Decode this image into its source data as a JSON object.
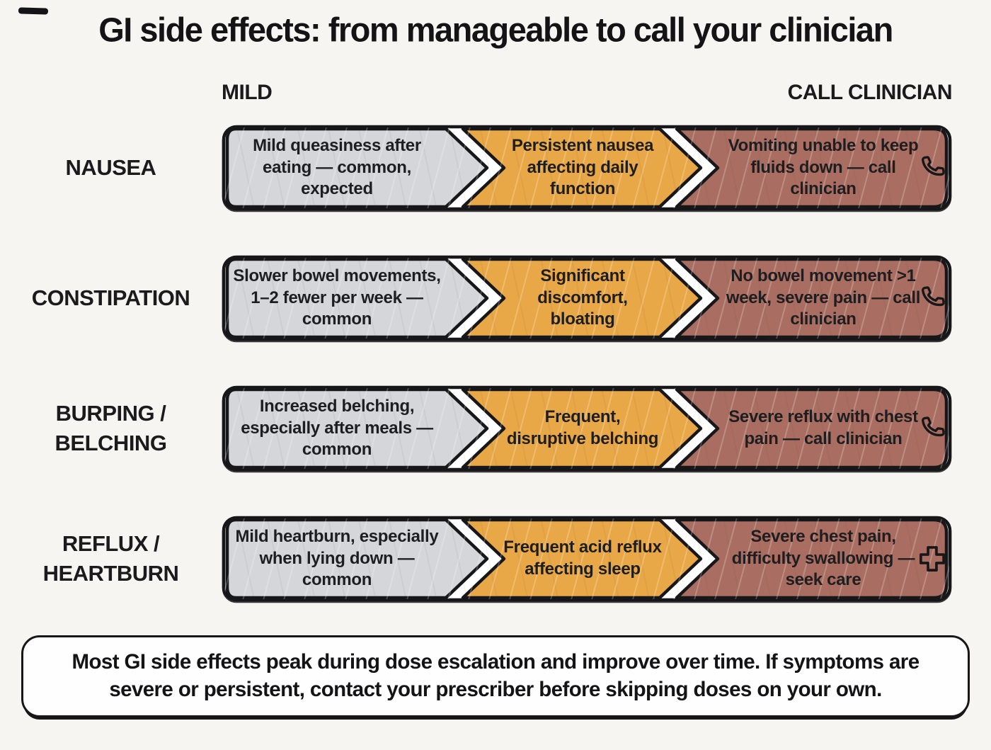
{
  "title": "GI side effects: from manageable to call your clinician",
  "scale": {
    "left_label": "MILD",
    "right_label": "CALL CLINICIAN"
  },
  "rows": [
    {
      "label": "NAUSEA",
      "mild": "Mild queasiness after eating — common, expected",
      "moderate": "Persistent nausea affecting daily function",
      "severe": "Vomiting unable to keep fluids down — call clinician",
      "severe_icon": "phone-icon"
    },
    {
      "label": "CONSTIPATION",
      "mild": "Slower bowel movements, 1–2 fewer per week — common",
      "moderate": "Significant discomfort, bloating",
      "severe": "No bowel movement >1 week, severe pain — call clinician",
      "severe_icon": "phone-icon"
    },
    {
      "label": "BURPING / BELCHING",
      "mild": "Increased belching, especially after meals — common",
      "moderate": "Frequent, disruptive belching",
      "severe": "Severe reflux with chest pain — call clinician",
      "severe_icon": "phone-icon"
    },
    {
      "label": "REFLUX / HEARTBURN",
      "mild": "Mild heartburn, especially when lying down — common",
      "moderate": "Frequent acid reflux affecting sleep",
      "severe": "Severe chest pain, difficulty swallowing — seek care",
      "severe_icon": "medical-cross-icon"
    }
  ],
  "footer": "Most GI side effects peak during dose escalation and improve over time. If symptoms are severe or persistent, contact your prescriber before skipping doses on your own.",
  "colors": {
    "mild_fill": "#d4d6d9",
    "moderate_fill": "#e9a847",
    "severe_fill": "#a96e61",
    "outline": "#17171a",
    "background": "#f6f5f2"
  }
}
